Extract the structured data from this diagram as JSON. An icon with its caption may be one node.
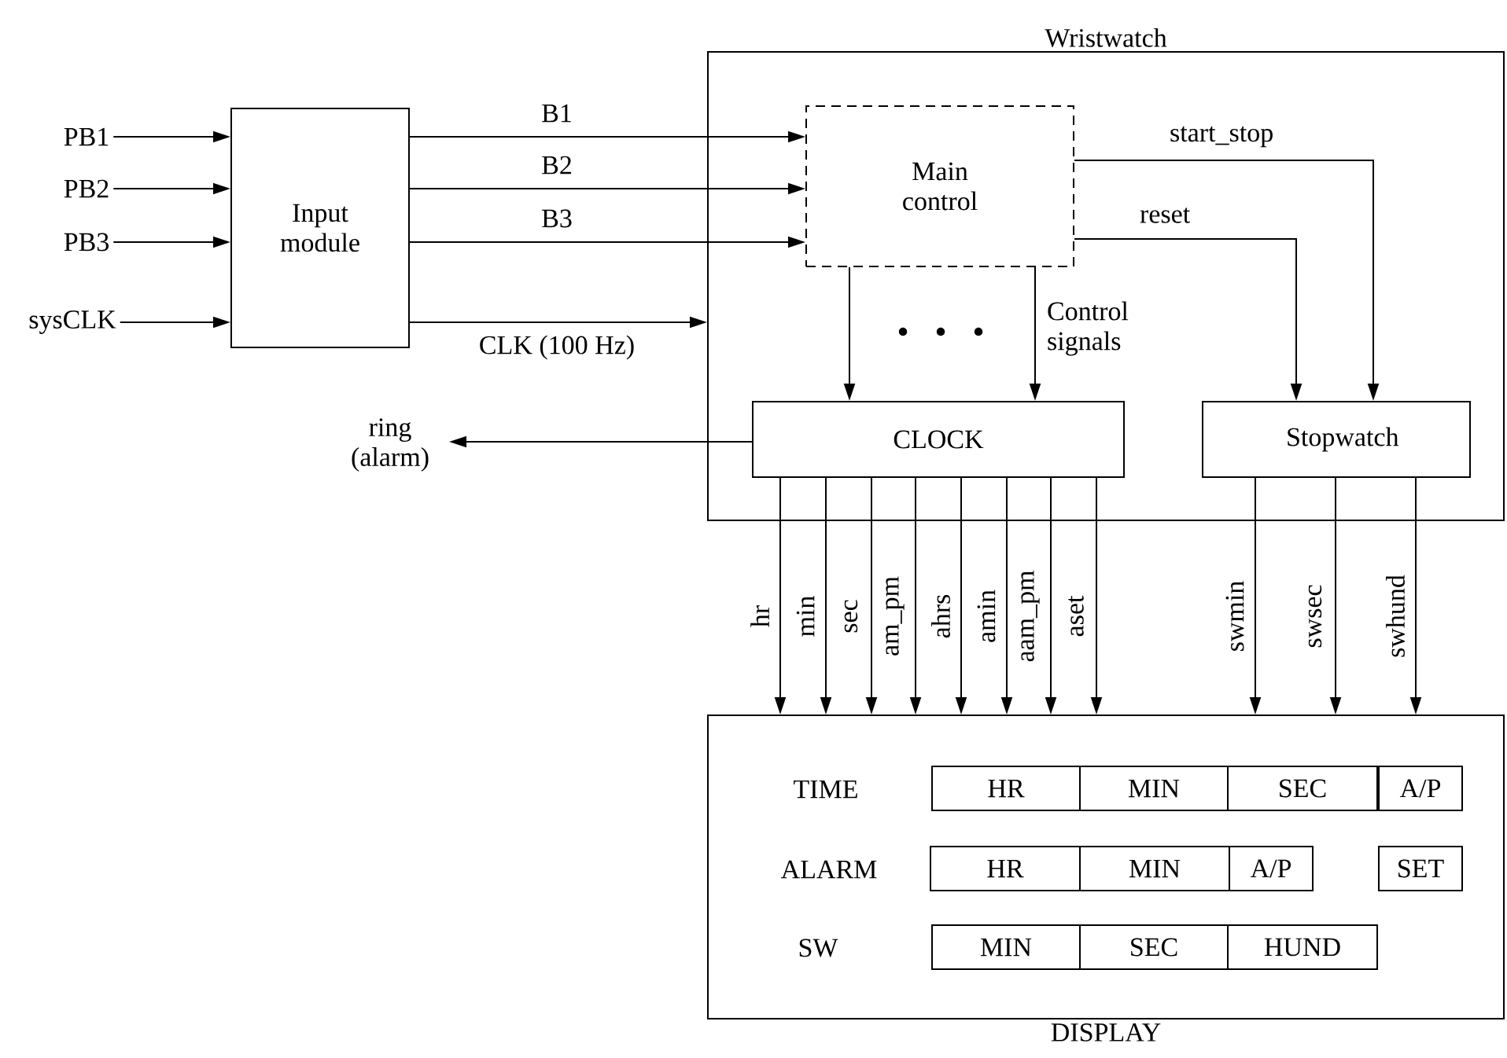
{
  "diagram": {
    "nodes": [
      {
        "text": [
          "PB1"
        ]
      },
      {
        "text": [
          "PB2"
        ]
      },
      {
        "text": [
          "PB3"
        ]
      },
      {
        "text": [
          "sysCLK"
        ]
      },
      {
        "text": [
          "Input module"
        ]
      },
      {
        "text": [
          "ring (alarm)"
        ]
      },
      {
        "text": [
          "Wristwatch"
        ]
      },
      {
        "text": [
          "Main control"
        ],
        "in": 6
      },
      {
        "text": [
          "CLOCK"
        ],
        "in": 6
      },
      {
        "text": [
          "Stopwatch"
        ],
        "in": 6
      },
      {
        "text": [
          "DISPLAY"
        ]
      },
      {
        "text": [
          "HR"
        ],
        "in": 10
      },
      {
        "text": [
          "MIN"
        ],
        "in": 10
      },
      {
        "text": [
          "SEC"
        ],
        "in": 10
      },
      {
        "text": [
          "A/P"
        ],
        "in": 10
      },
      {
        "text": [
          "HR"
        ],
        "in": 10
      },
      {
        "text": [
          "MIN"
        ],
        "in": 10
      },
      {
        "text": [
          "A/P"
        ],
        "in": 10
      },
      {
        "text": [
          "SET"
        ],
        "in": 10
      },
      {
        "text": [
          "MIN"
        ],
        "in": 10
      },
      {
        "text": [
          "SEC"
        ],
        "in": 10
      },
      {
        "text": [
          "HUND"
        ],
        "in": 10
      }
    ],
    "edges": [
      {
        "from": 0,
        "to": 4,
        "arrow": "to"
      },
      {
        "from": 1,
        "to": 4,
        "arrow": "to"
      },
      {
        "from": 2,
        "to": 4,
        "arrow": "to"
      },
      {
        "from": 3,
        "to": 4,
        "arrow": "to"
      },
      {
        "from": 4,
        "to": 7,
        "arrow": "to",
        "label": "B1"
      },
      {
        "from": 4,
        "to": 7,
        "arrow": "to",
        "label": "B2"
      },
      {
        "from": 4,
        "to": 7,
        "arrow": "to",
        "label": "B3"
      },
      {
        "from": 4,
        "to": 6,
        "arrow": "to",
        "label": "CLK (100 Hz)"
      },
      {
        "from": 8,
        "to": 5,
        "arrow": "to"
      },
      {
        "from": 7,
        "to": 8,
        "arrow": "to"
      },
      {
        "from": 7,
        "to": 8,
        "arrow": "to",
        "label": "Control signals"
      },
      {
        "from": 7,
        "to": 9,
        "arrow": "to",
        "label": "start_stop"
      },
      {
        "from": 7,
        "to": 9,
        "arrow": "to",
        "label": "reset"
      },
      {
        "from": 8,
        "to": 10,
        "arrow": "to",
        "label": "hr"
      },
      {
        "from": 8,
        "to": 10,
        "arrow": "to",
        "label": "min"
      },
      {
        "from": 8,
        "to": 10,
        "arrow": "to",
        "label": "sec"
      },
      {
        "from": 8,
        "to": 10,
        "arrow": "to",
        "label": "am_pm"
      },
      {
        "from": 8,
        "to": 10,
        "arrow": "to",
        "label": "ahrs"
      },
      {
        "from": 8,
        "to": 10,
        "arrow": "to",
        "label": "amin"
      },
      {
        "from": 8,
        "to": 10,
        "arrow": "to",
        "label": "aam_pm"
      },
      {
        "from": 8,
        "to": 10,
        "arrow": "to",
        "label": "aset"
      },
      {
        "from": 9,
        "to": 10,
        "arrow": "to",
        "label": "swmin"
      },
      {
        "from": 9,
        "to": 10,
        "arrow": "to",
        "label": "swsec"
      },
      {
        "from": 9,
        "to": 10,
        "arrow": "to",
        "label": "swhund"
      }
    ],
    "labels": [
      "TIME",
      "ALARM",
      "SW"
    ]
  }
}
